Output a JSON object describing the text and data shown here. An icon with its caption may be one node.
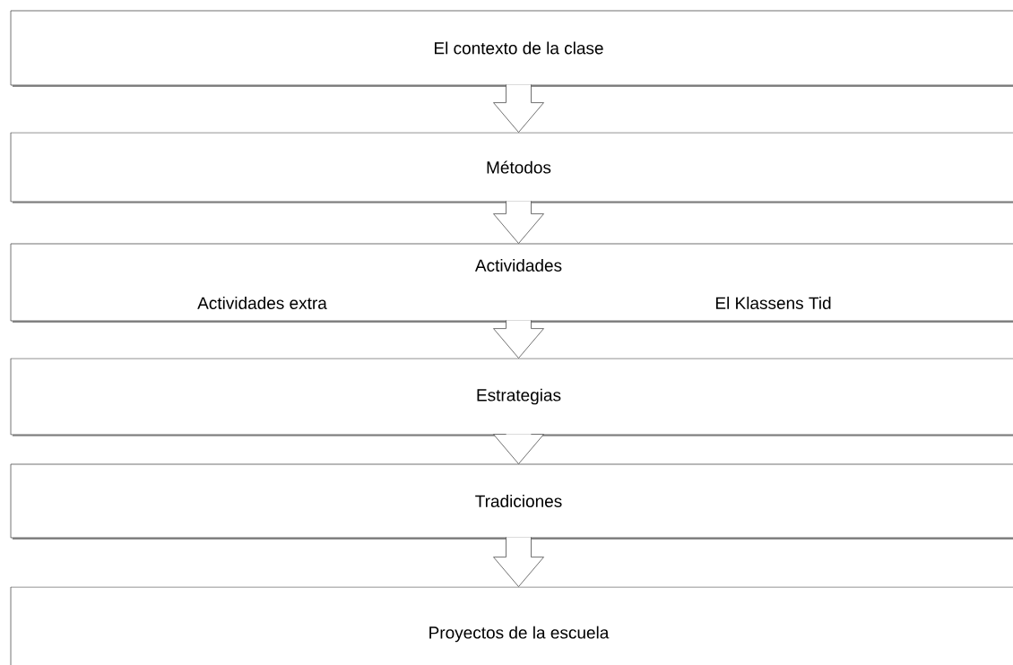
{
  "diagram": {
    "nodes": [
      {
        "text": [
          "El contexto de la clase"
        ]
      },
      {
        "text": [
          "Métodos"
        ]
      },
      {
        "text": [
          "Actividades",
          "Actividades extra",
          "El Klassens Tid"
        ]
      },
      {
        "text": [
          "Estrategias"
        ]
      },
      {
        "text": [
          "Tradiciones"
        ]
      },
      {
        "text": [
          "Proyectos de la escuela"
        ]
      }
    ],
    "edges": [
      {
        "from": 0,
        "to": 1,
        "arrow": "to"
      },
      {
        "from": 1,
        "to": 2,
        "arrow": "to"
      },
      {
        "from": 2,
        "to": 3,
        "arrow": "to"
      },
      {
        "from": 3,
        "to": 4,
        "arrow": "to"
      },
      {
        "from": 4,
        "to": 5,
        "arrow": "to"
      }
    ]
  }
}
